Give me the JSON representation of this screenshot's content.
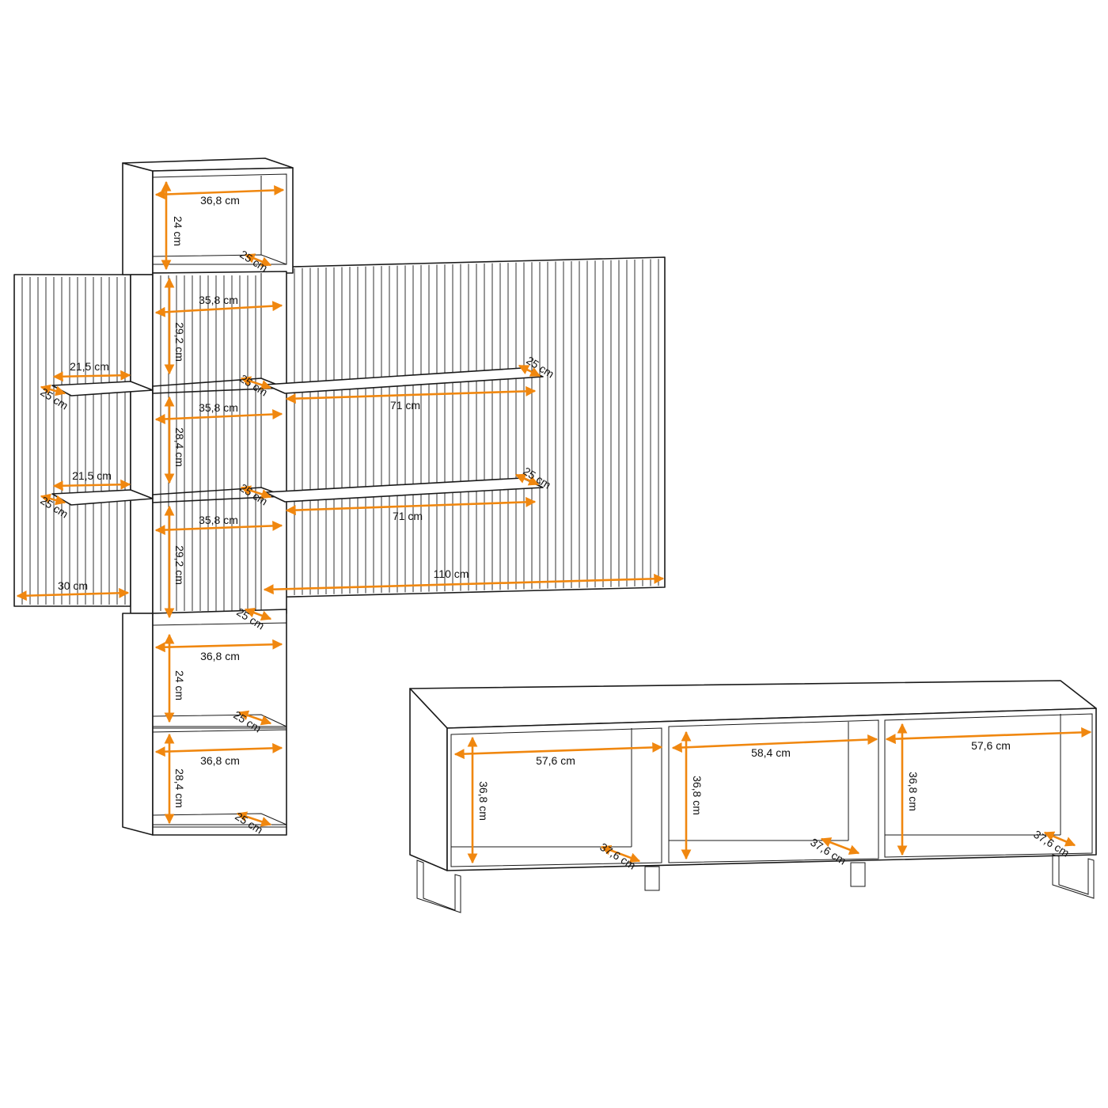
{
  "colors": {
    "dimension_arrow": "#f0870f",
    "line": "#1a1a1a",
    "background": "#ffffff"
  },
  "dimensions": [
    {
      "id": "top-box-width",
      "label": "36,8 cm"
    },
    {
      "id": "top-box-height",
      "label": "24 cm"
    },
    {
      "id": "top-box-depth",
      "label": "25 cm"
    },
    {
      "id": "upper-cab-width-1",
      "label": "35,8 cm"
    },
    {
      "id": "upper-cab-height-1",
      "label": "29,2 cm"
    },
    {
      "id": "cab-shelf-depth-1",
      "label": "25 cm"
    },
    {
      "id": "left-shelf-width-1",
      "label": "21,5 cm"
    },
    {
      "id": "left-shelf-depth-1",
      "label": "25 cm"
    },
    {
      "id": "right-shelf-depth-1",
      "label": "25 cm"
    },
    {
      "id": "right-shelf-width-1",
      "label": "71 cm"
    },
    {
      "id": "upper-cab-width-2",
      "label": "35,8 cm"
    },
    {
      "id": "upper-cab-height-2",
      "label": "28,4 cm"
    },
    {
      "id": "left-shelf-width-2",
      "label": "21,5 cm"
    },
    {
      "id": "left-shelf-depth-2",
      "label": "25 cm"
    },
    {
      "id": "cab-shelf-depth-2",
      "label": "25 cm"
    },
    {
      "id": "right-shelf-depth-2",
      "label": "25 cm"
    },
    {
      "id": "right-shelf-width-2",
      "label": "71 cm"
    },
    {
      "id": "upper-cab-width-3",
      "label": "35,8 cm"
    },
    {
      "id": "upper-cab-height-3",
      "label": "29,2 cm"
    },
    {
      "id": "left-panel-width",
      "label": "30 cm"
    },
    {
      "id": "right-panel-width",
      "label": "110 cm"
    },
    {
      "id": "lower-box-depth-1",
      "label": "25 cm"
    },
    {
      "id": "lower-box-width-1",
      "label": "36,8 cm"
    },
    {
      "id": "lower-box-height-1",
      "label": "24 cm"
    },
    {
      "id": "lower-box-depth-2",
      "label": "25 cm"
    },
    {
      "id": "lower-box-width-2",
      "label": "36,8 cm"
    },
    {
      "id": "lower-box-height-2",
      "label": "28,4 cm"
    },
    {
      "id": "lower-box-depth-3",
      "label": "25 cm"
    },
    {
      "id": "tv-left-width",
      "label": "57,6 cm"
    },
    {
      "id": "tv-left-height",
      "label": "36,8 cm"
    },
    {
      "id": "tv-left-depth",
      "label": "37,6 cm"
    },
    {
      "id": "tv-mid-width",
      "label": "58,4 cm"
    },
    {
      "id": "tv-mid-height",
      "label": "36,8 cm"
    },
    {
      "id": "tv-mid-depth",
      "label": "37,6 cm"
    },
    {
      "id": "tv-right-width",
      "label": "57,6 cm"
    },
    {
      "id": "tv-right-height",
      "label": "36,8 cm"
    },
    {
      "id": "tv-right-depth",
      "label": "37,6 cm"
    }
  ]
}
